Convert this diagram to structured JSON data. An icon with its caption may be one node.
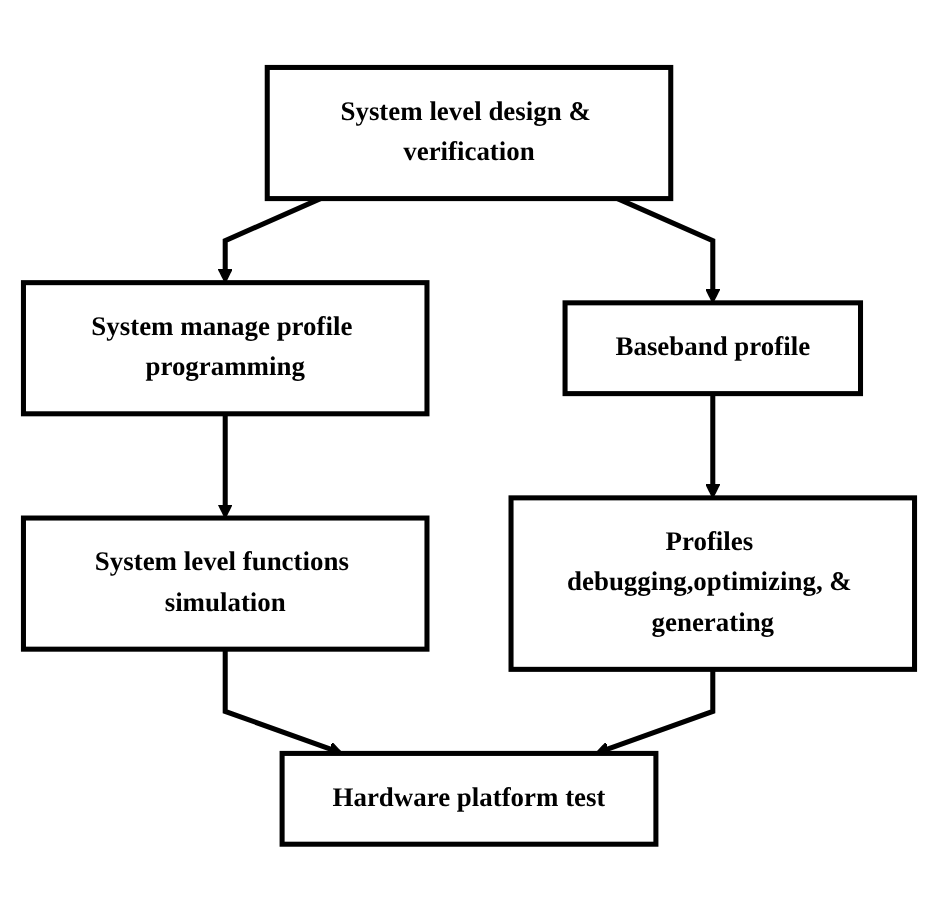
{
  "diagram": {
    "nodes": [
      {
        "text": [
          "System level design & verification"
        ]
      },
      {
        "text": [
          "System manage profile programming"
        ]
      },
      {
        "text": [
          "Baseband profile"
        ]
      },
      {
        "text": [
          "System level functions simulation"
        ]
      },
      {
        "text": [
          "Profiles debugging,optimizing, & generating"
        ]
      },
      {
        "text": [
          "Hardware platform test"
        ]
      }
    ],
    "edges": [
      {
        "from": 0,
        "to": 1,
        "arrow": "to"
      },
      {
        "from": 0,
        "to": 2,
        "arrow": "to"
      },
      {
        "from": 1,
        "to": 3,
        "arrow": "to"
      },
      {
        "from": 2,
        "to": 4,
        "arrow": "to"
      },
      {
        "from": 3,
        "to": 5,
        "arrow": "to"
      },
      {
        "from": 4,
        "to": 5,
        "arrow": "to"
      }
    ]
  }
}
